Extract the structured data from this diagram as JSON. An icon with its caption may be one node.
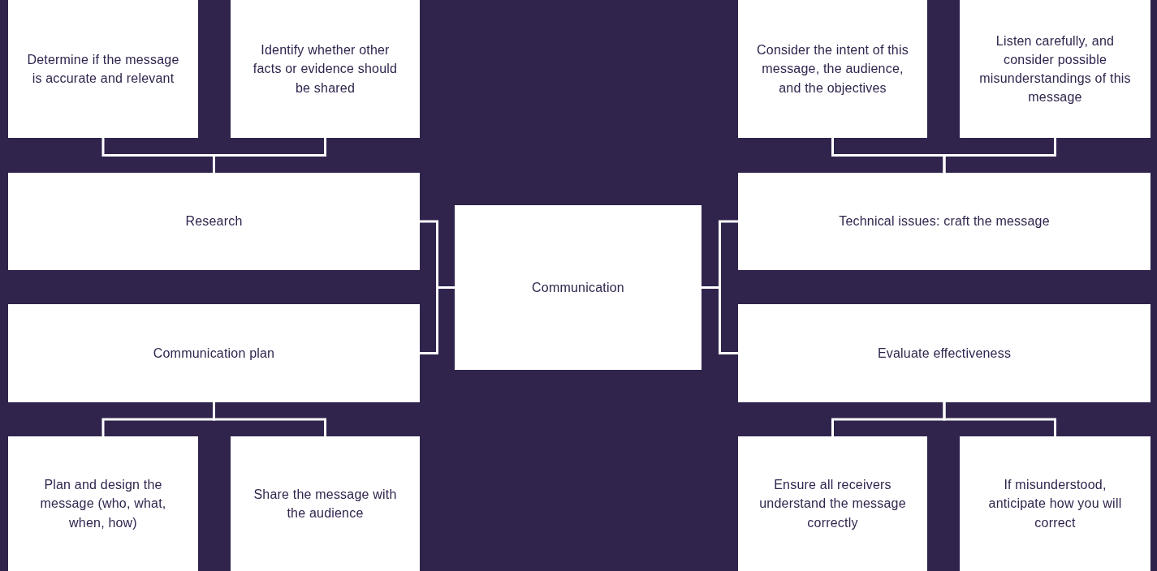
{
  "diagram": {
    "nodes": [
      {
        "text": [
          "Communication"
        ]
      },
      {
        "text": [
          "Research"
        ]
      },
      {
        "text": [
          "Communication plan"
        ]
      },
      {
        "text": [
          "Technical issues: craft the message"
        ]
      },
      {
        "text": [
          "Evaluate effectiveness"
        ]
      },
      {
        "text": [
          "Determine if the message is accurate and relevant"
        ]
      },
      {
        "text": [
          "Identify whether other facts or evidence should be shared"
        ]
      },
      {
        "text": [
          "Plan and design the message (who, what, when, how)"
        ]
      },
      {
        "text": [
          "Share the message with the audience"
        ]
      },
      {
        "text": [
          "Consider the intent of this message, the audience, and the objectives"
        ]
      },
      {
        "text": [
          "Listen carefully, and consider possible misunderstandings of this message"
        ]
      },
      {
        "text": [
          "Ensure all receivers understand the message correctly"
        ]
      },
      {
        "text": [
          "If misunderstood, anticipate how you will correct"
        ]
      }
    ],
    "edges": [
      {
        "from": 0,
        "to": 1,
        "arrow": "none"
      },
      {
        "from": 0,
        "to": 2,
        "arrow": "none"
      },
      {
        "from": 0,
        "to": 3,
        "arrow": "none"
      },
      {
        "from": 0,
        "to": 4,
        "arrow": "none"
      },
      {
        "from": 1,
        "to": 5,
        "arrow": "none"
      },
      {
        "from": 1,
        "to": 6,
        "arrow": "none"
      },
      {
        "from": 2,
        "to": 7,
        "arrow": "none"
      },
      {
        "from": 2,
        "to": 8,
        "arrow": "none"
      },
      {
        "from": 3,
        "to": 9,
        "arrow": "none"
      },
      {
        "from": 3,
        "to": 10,
        "arrow": "none"
      },
      {
        "from": 4,
        "to": 11,
        "arrow": "none"
      },
      {
        "from": 4,
        "to": 12,
        "arrow": "none"
      }
    ]
  }
}
